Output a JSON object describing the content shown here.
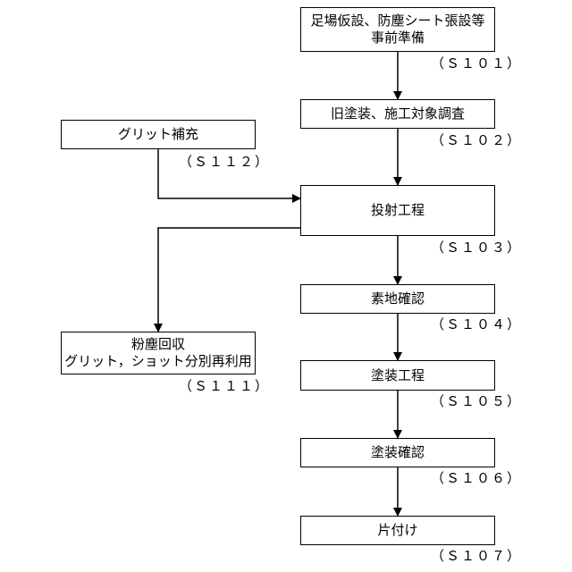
{
  "steps": {
    "s101": {
      "line1": "足場仮設、防塵シート張設等",
      "line2": "事前準備",
      "code": "（Ｓ１０１）"
    },
    "s102": {
      "label": "旧塗装、施工対象調査",
      "code": "（Ｓ１０２）"
    },
    "s103": {
      "label": "投射工程",
      "code": "（Ｓ１０３）"
    },
    "s104": {
      "label": "素地確認",
      "code": "（Ｓ１０４）"
    },
    "s105": {
      "label": "塗装工程",
      "code": "（Ｓ１０５）"
    },
    "s106": {
      "label": "塗装確認",
      "code": "（Ｓ１０６）"
    },
    "s107": {
      "label": "片付け",
      "code": "（Ｓ１０７）"
    },
    "s111": {
      "line1": "粉塵回収",
      "line2": "グリット，ショット分別再利用",
      "code": "（Ｓ１１１）"
    },
    "s112": {
      "label": "グリット補充",
      "code": "（Ｓ１１２）"
    }
  }
}
